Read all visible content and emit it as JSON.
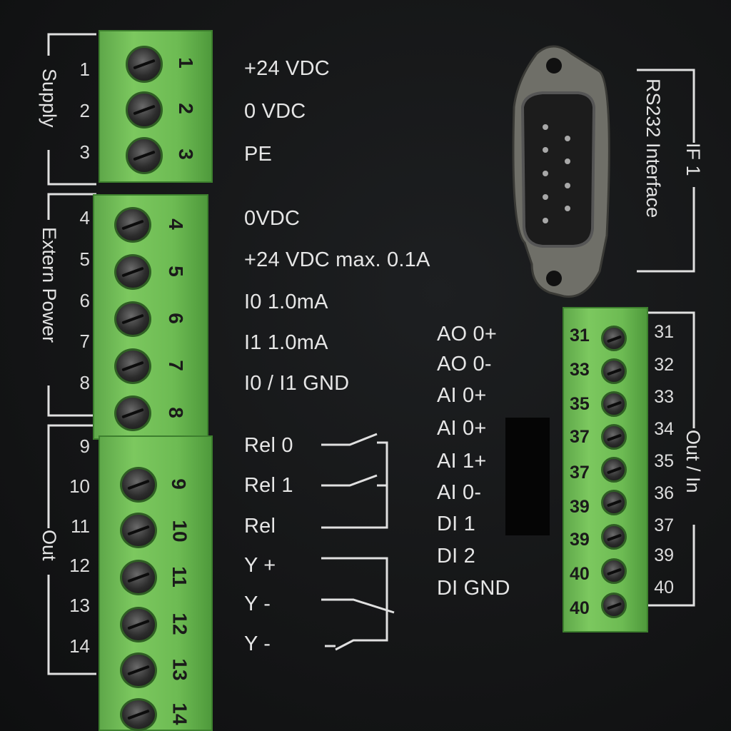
{
  "supply": {
    "title": "Supply",
    "numbers": [
      "1",
      "2",
      "3"
    ],
    "labels": [
      "+24 VDC",
      "0 VDC",
      "PE"
    ]
  },
  "extern_power": {
    "title": "Extern Power",
    "numbers": [
      "4",
      "5",
      "6",
      "7",
      "8"
    ],
    "labels": [
      "0VDC",
      "+24 VDC max. 0.1A",
      "I0 1.0mA",
      "I1 1.0mA",
      "I0 / I1 GND"
    ]
  },
  "out": {
    "title": "Out",
    "numbers": [
      "9",
      "10",
      "11",
      "12",
      "13",
      "14"
    ],
    "labels": [
      "Rel 0",
      "Rel 1",
      "Rel",
      "Y +",
      "Y -",
      "Y -"
    ]
  },
  "if1": {
    "title": "IF 1",
    "subtitle": "RS232 Interface"
  },
  "out_in": {
    "title": "Out / In",
    "labels": [
      "AO 0+",
      "AO 0-",
      "AI 0+",
      "AI 0+",
      "AI 1+",
      "AI 0-",
      "DI 1",
      "DI 2",
      "DI GND"
    ],
    "numbers": [
      "31",
      "32",
      "33",
      "34",
      "35",
      "36",
      "37",
      "39",
      "40"
    ],
    "block_numbers": [
      "31",
      "33",
      "35",
      "37",
      "37",
      "39",
      "39",
      "40",
      "40"
    ]
  },
  "left_block_numbers": {
    "supply": [
      "1",
      "2",
      "3"
    ],
    "extern_power": [
      "4",
      "5",
      "6",
      "7",
      "8"
    ],
    "out": [
      "9",
      "10",
      "11",
      "12",
      "13",
      "14"
    ]
  },
  "colors": {
    "panel": "#151617",
    "terminal_green": "#6dbb53",
    "silkscreen": "#e6e6e6"
  }
}
